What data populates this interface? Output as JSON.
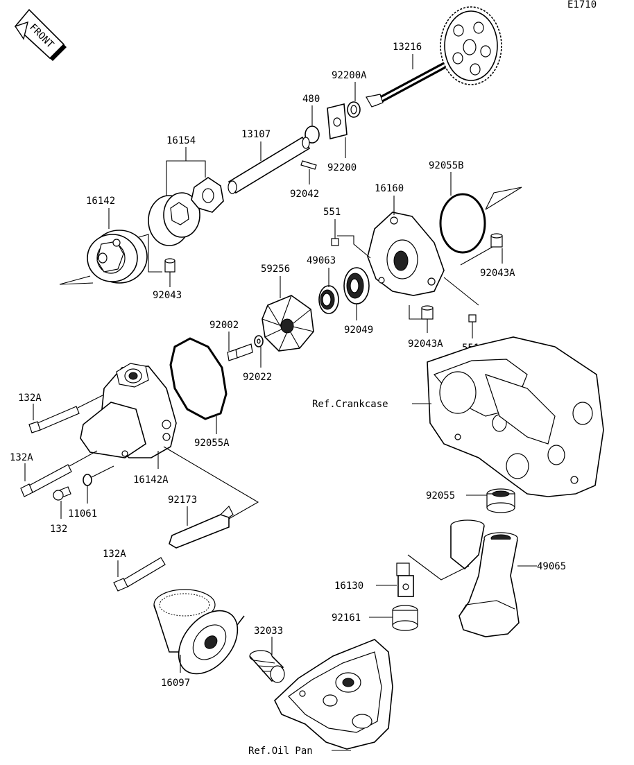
{
  "diagram_code": "E1710",
  "front_label": "FRONT",
  "labels": {
    "p13216": "13216",
    "p92200A": "92200A",
    "p480": "480",
    "p13107": "13107",
    "p16154": "16154",
    "p92200": "92200",
    "p92042": "92042",
    "p92055B": "92055B",
    "p16160": "16160",
    "p16142": "16142",
    "p551a": "551",
    "p49063": "49063",
    "p59256": "59256",
    "p92043A_a": "92043A",
    "p92043": "92043",
    "p92049": "92049",
    "p92002": "92002",
    "p92043A_b": "92043A",
    "p551b": "551",
    "p92022": "92022",
    "p132A_a": "132A",
    "p92055A": "92055A",
    "p132A_b": "132A",
    "p16142A": "16142A",
    "p11061": "11061",
    "p132": "132",
    "p92173": "92173",
    "p92055": "92055",
    "p132A_c": "132A",
    "p49065": "49065",
    "p16130": "16130",
    "p92161": "92161",
    "p32033": "32033",
    "p16097": "16097",
    "ref_crankcase": "Ref.Crankcase",
    "ref_oil_pan": "Ref.Oil Pan"
  }
}
